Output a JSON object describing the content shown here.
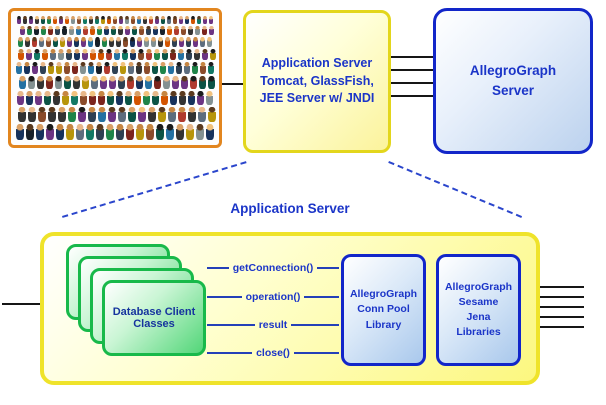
{
  "top": {
    "app_server_box": {
      "text": "Application Server\nTomcat, GlassFish,\nJEE Server w/ JNDI"
    },
    "allegrograph_server_box": {
      "text": "AllegroGraph\nServer"
    }
  },
  "bottom": {
    "title": "Application Server",
    "database_client_classes": {
      "text": "Database Client\nClasses"
    },
    "calls": [
      "getConnection()",
      "operation()",
      "result",
      "close()"
    ],
    "conn_pool_box": {
      "text": "AllegroGraph\nConn Pool\nLibrary"
    },
    "sesame_jena_box": {
      "text": "AllegroGraph\nSesame\nJena\nLibraries"
    }
  },
  "colors": {
    "text_blue": "#1b35c8",
    "border_blue": "#1226c9",
    "border_yellow": "#efe32a",
    "border_green": "#18b94a",
    "border_orange": "#e2861f",
    "dashed_line_blue": "#2b46cc"
  }
}
